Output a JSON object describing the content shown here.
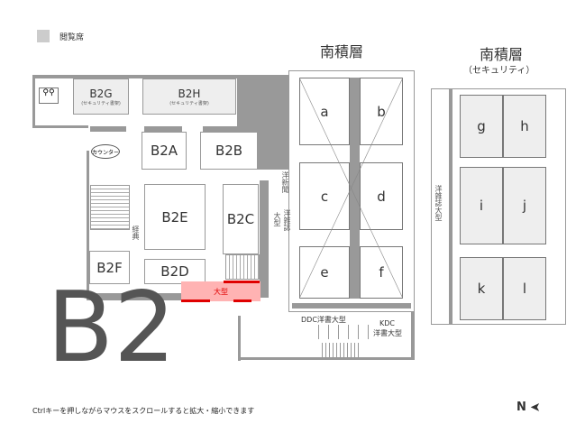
{
  "legend": {
    "label": "閲覧席",
    "color": "#cccccc"
  },
  "titles": {
    "south_stack": "南積層",
    "south_stack_right": "南積層",
    "security": "（セキュリティ）"
  },
  "rooms": {
    "b2g": "B2G",
    "b2g_sub": "(セキュリティ書架)",
    "b2h": "B2H",
    "b2h_sub": "(セキュリティ書架)",
    "b2a": "B2A",
    "b2b": "B2B",
    "b2e": "B2E",
    "b2c": "B2C",
    "b2f": "B2F",
    "b2d": "B2D"
  },
  "counter": "カウンター",
  "labels": {
    "sutras": "経典",
    "western_newspapers": "洋新聞",
    "western_magazines": "洋雑誌",
    "large": "大型",
    "large_red": "大型",
    "ddc": "DDC洋書大型",
    "kdc": "KDC",
    "kdc_sub": "洋書大型",
    "western_mag_large": "洋雑誌大型"
  },
  "stacks": [
    "a",
    "b",
    "c",
    "d",
    "e",
    "f"
  ],
  "right_stacks": [
    "g",
    "h",
    "i",
    "j",
    "k",
    "l"
  ],
  "floor": "B2",
  "hint": "Ctrlキーを押しながらマウスをスクロールすると拡大・縮小できます",
  "north": "N",
  "colors": {
    "wall": "#999999",
    "highlight": "#ffb3b3",
    "red": "#e00000"
  }
}
